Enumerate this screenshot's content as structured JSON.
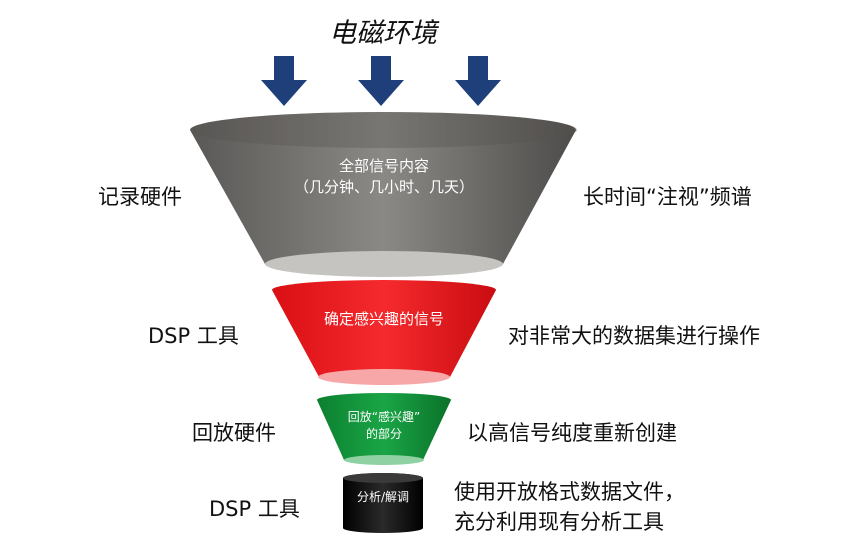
{
  "title": "电磁环境",
  "stages": [
    {
      "label_lines": [
        "全部信号内容",
        "（几分钟、几小时、几天）"
      ],
      "left": "记录硬件",
      "right_lines": [
        "长时间“注视”频谱"
      ]
    },
    {
      "label_lines": [
        "确定感兴趣的信号"
      ],
      "left": "DSP 工具",
      "right_lines": [
        "对非常大的数据集进行操作"
      ]
    },
    {
      "label_lines": [
        "回放“感兴趣”",
        "的部分"
      ],
      "left": "回放硬件",
      "right_lines": [
        "以高信号纯度重新创建"
      ]
    },
    {
      "label_lines": [
        "分析/解调"
      ],
      "left": "DSP 工具",
      "right_lines": [
        "使用开放格式数据文件，",
        "充分利用现有分析工具"
      ]
    }
  ],
  "colors": {
    "arrow": "#1f3f7a",
    "stage1": "#6e6c69",
    "stage2": "#e8151b",
    "stage3": "#11923a",
    "stage4": "#0d0d0d"
  }
}
